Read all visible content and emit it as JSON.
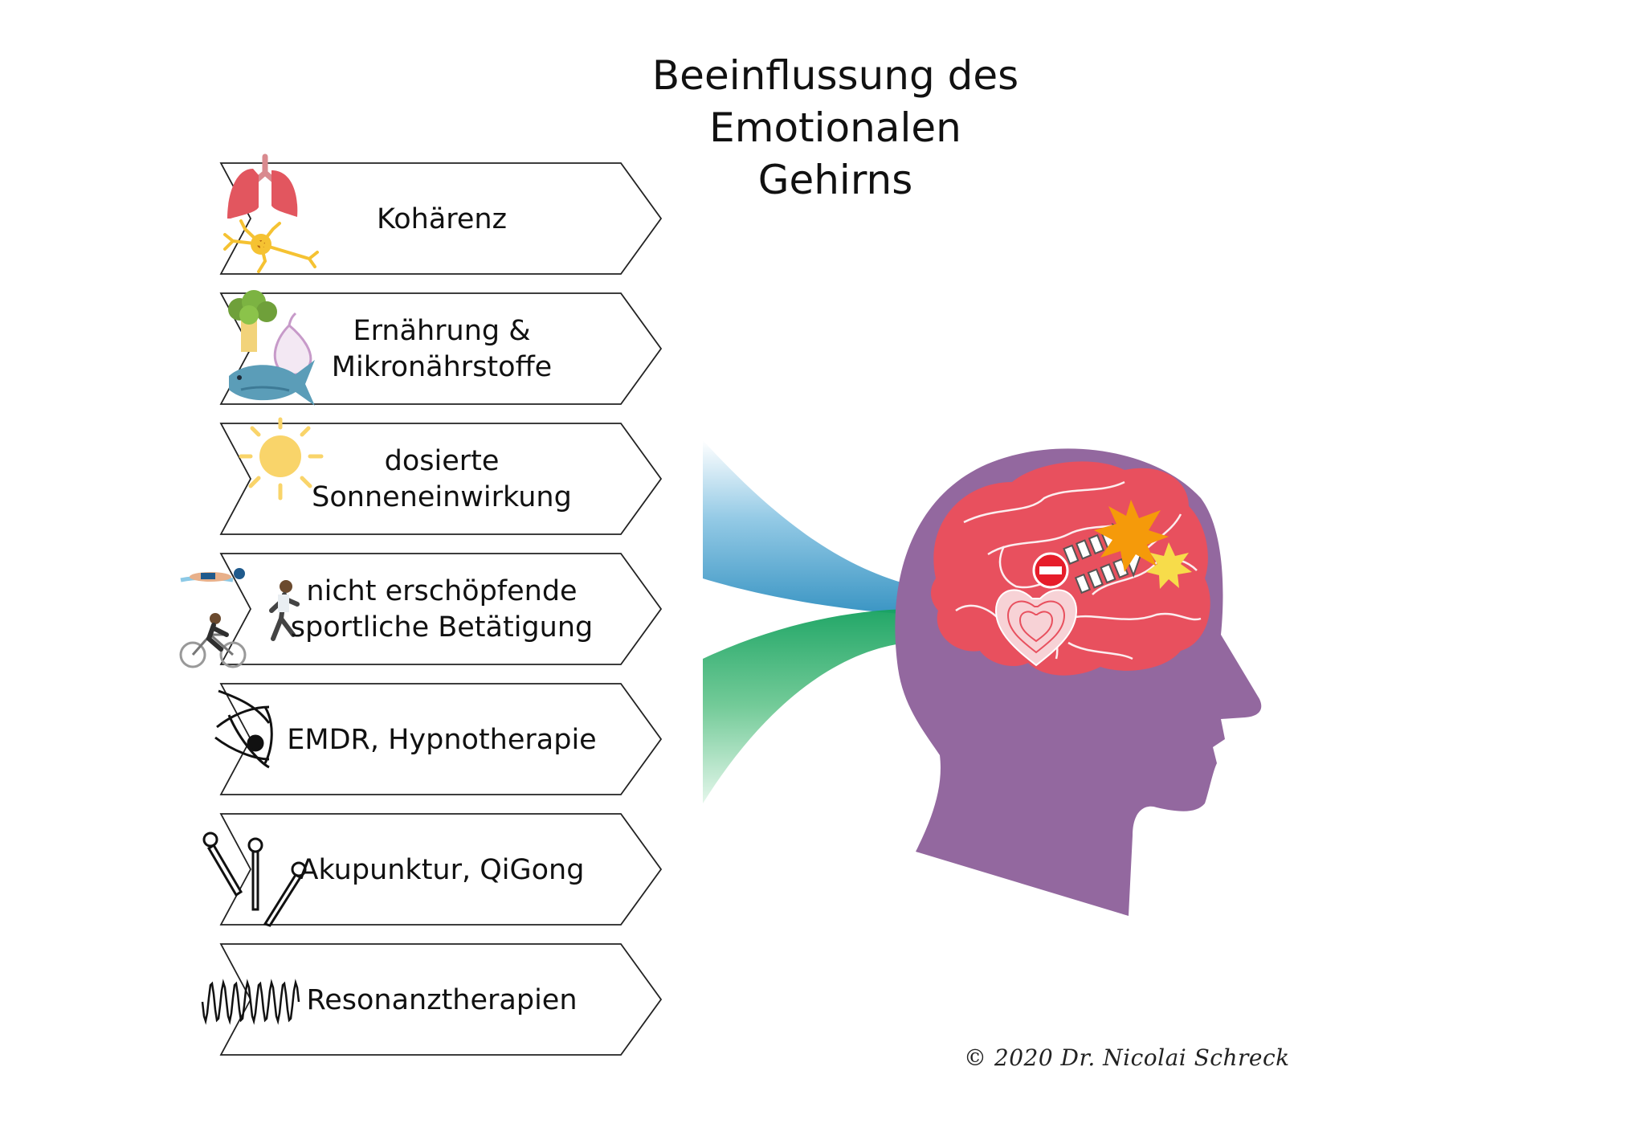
{
  "title": {
    "line1": "Beeinflussung des",
    "line2": "Emotionalen",
    "line3": "Gehirns"
  },
  "steps": [
    {
      "label_line1": "Kohärenz",
      "label_line2": "",
      "icon": "lungs-neuron-icon"
    },
    {
      "label_line1": "Ernährung &",
      "label_line2": "Mikronährstoffe",
      "icon": "food-icon"
    },
    {
      "label_line1": "dosierte",
      "label_line2": "Sonneneinwirkung",
      "icon": "sun-icon"
    },
    {
      "label_line1": "nicht erschöpfende",
      "label_line2": "sportliche Betätigung",
      "icon": "sports-icon"
    },
    {
      "label_line1": "EMDR, Hypnotherapie",
      "label_line2": "",
      "icon": "eye-icon"
    },
    {
      "label_line1": "Akupunktur, QiGong",
      "label_line2": "",
      "icon": "needles-icon"
    },
    {
      "label_line1": "Resonanztherapien",
      "label_line2": "",
      "icon": "wave-icon"
    }
  ],
  "copyright": "© 2020 Dr. Nicolai Schreck",
  "colors": {
    "head": "#93689f",
    "brain": "#e8505e",
    "arrow_blue": "#2f8fc0",
    "arrow_green": "#15a463",
    "star_orange": "#f59a0a",
    "star_yellow": "#f7dc4a",
    "sun": "#f9d46a"
  }
}
